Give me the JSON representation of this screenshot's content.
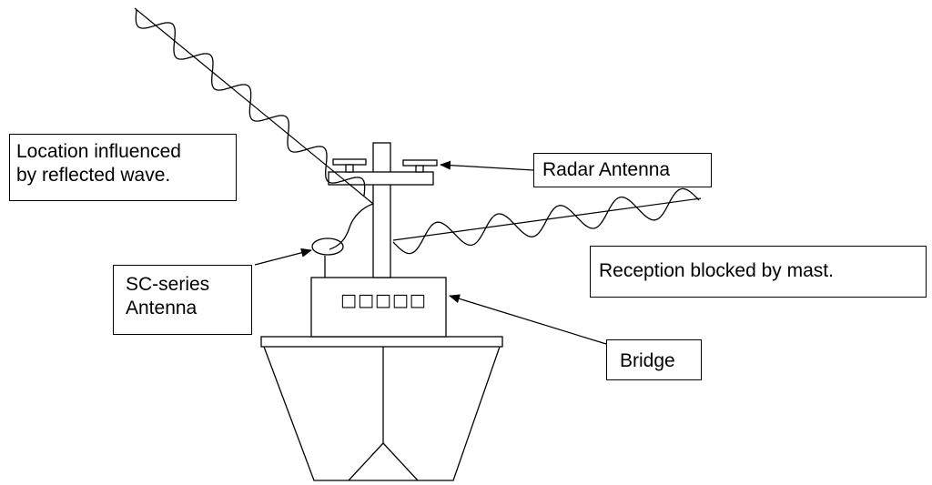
{
  "labels": {
    "location_line1": "Location influenced",
    "location_line2": "by reflected wave.",
    "radar_antenna": "Radar Antenna",
    "sc_line1": "SC-series",
    "sc_line2": "Antenna",
    "reception": "Reception blocked by mast.",
    "bridge": "Bridge"
  },
  "bridge_windows": "□□□□□"
}
